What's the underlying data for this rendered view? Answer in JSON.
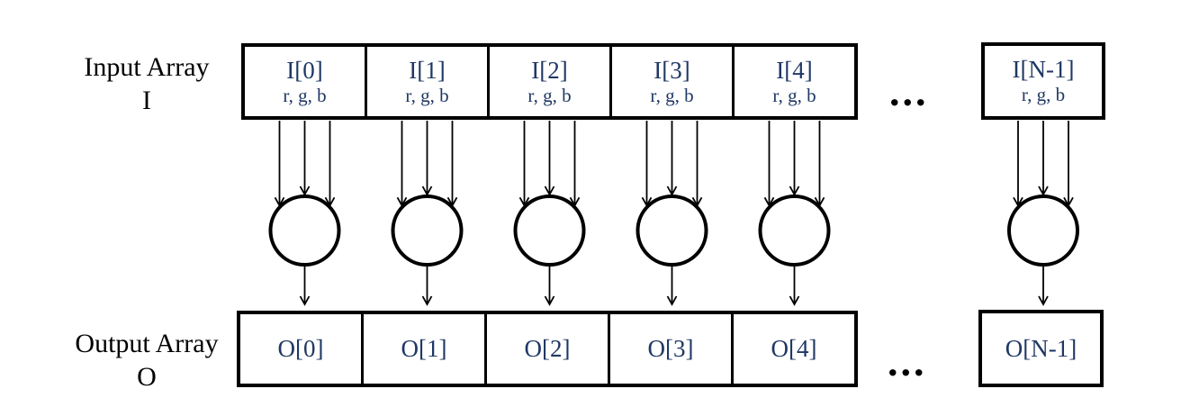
{
  "diagram": {
    "colors": {
      "line": "#000000",
      "cell_text": "#1f3864",
      "label_text": "#000000",
      "background": "#ffffff"
    },
    "input_label": {
      "line1": "Input Array",
      "line2": "I"
    },
    "output_label": {
      "line1": "Output Array",
      "line2": "O"
    },
    "ellipsis_top": "...",
    "ellipsis_bottom": "...",
    "columns": [
      {
        "input_label": "I[0]",
        "input_sublabel": "r, g, b",
        "output_label": "O[0]"
      },
      {
        "input_label": "I[1]",
        "input_sublabel": "r, g, b",
        "output_label": "O[1]"
      },
      {
        "input_label": "I[2]",
        "input_sublabel": "r, g, b",
        "output_label": "O[2]"
      },
      {
        "input_label": "I[3]",
        "input_sublabel": "r, g, b",
        "output_label": "O[3]"
      },
      {
        "input_label": "I[4]",
        "input_sublabel": "r, g, b",
        "output_label": "O[4]"
      },
      {
        "input_label": "I[N-1]",
        "input_sublabel": "r, g, b",
        "output_label": "O[N-1]"
      }
    ]
  }
}
